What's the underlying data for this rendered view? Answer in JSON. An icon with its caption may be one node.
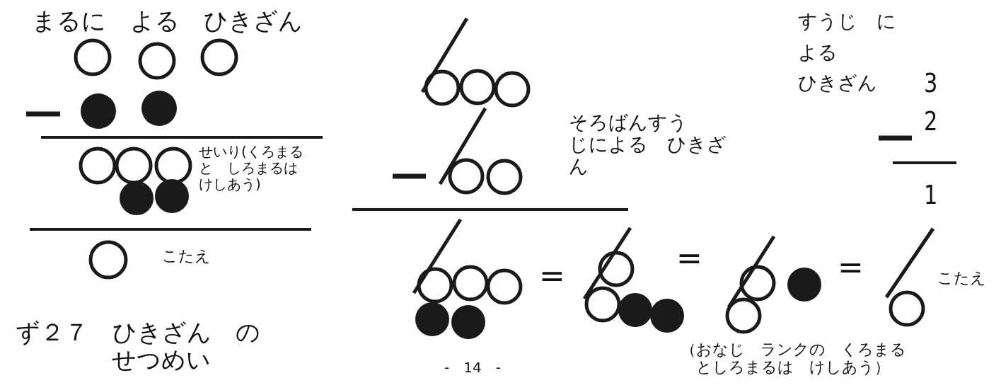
{
  "diagram": {
    "labels": [
      "まるに　よる　ひきざん",
      "すうじ　に",
      "よる",
      "ひきざん",
      "3",
      "そろばんすうじによる　ひきざん",
      "2",
      "1",
      "せいり(くろまると　しろまるはけしあう)",
      "こたえ",
      "=",
      "=",
      "=",
      "こたえ",
      "ず２７　ひきざん　のせつめい",
      "-　14　-",
      "（おなじ　ランクの　くろまるとしろまるは　けしあう）"
    ]
  }
}
